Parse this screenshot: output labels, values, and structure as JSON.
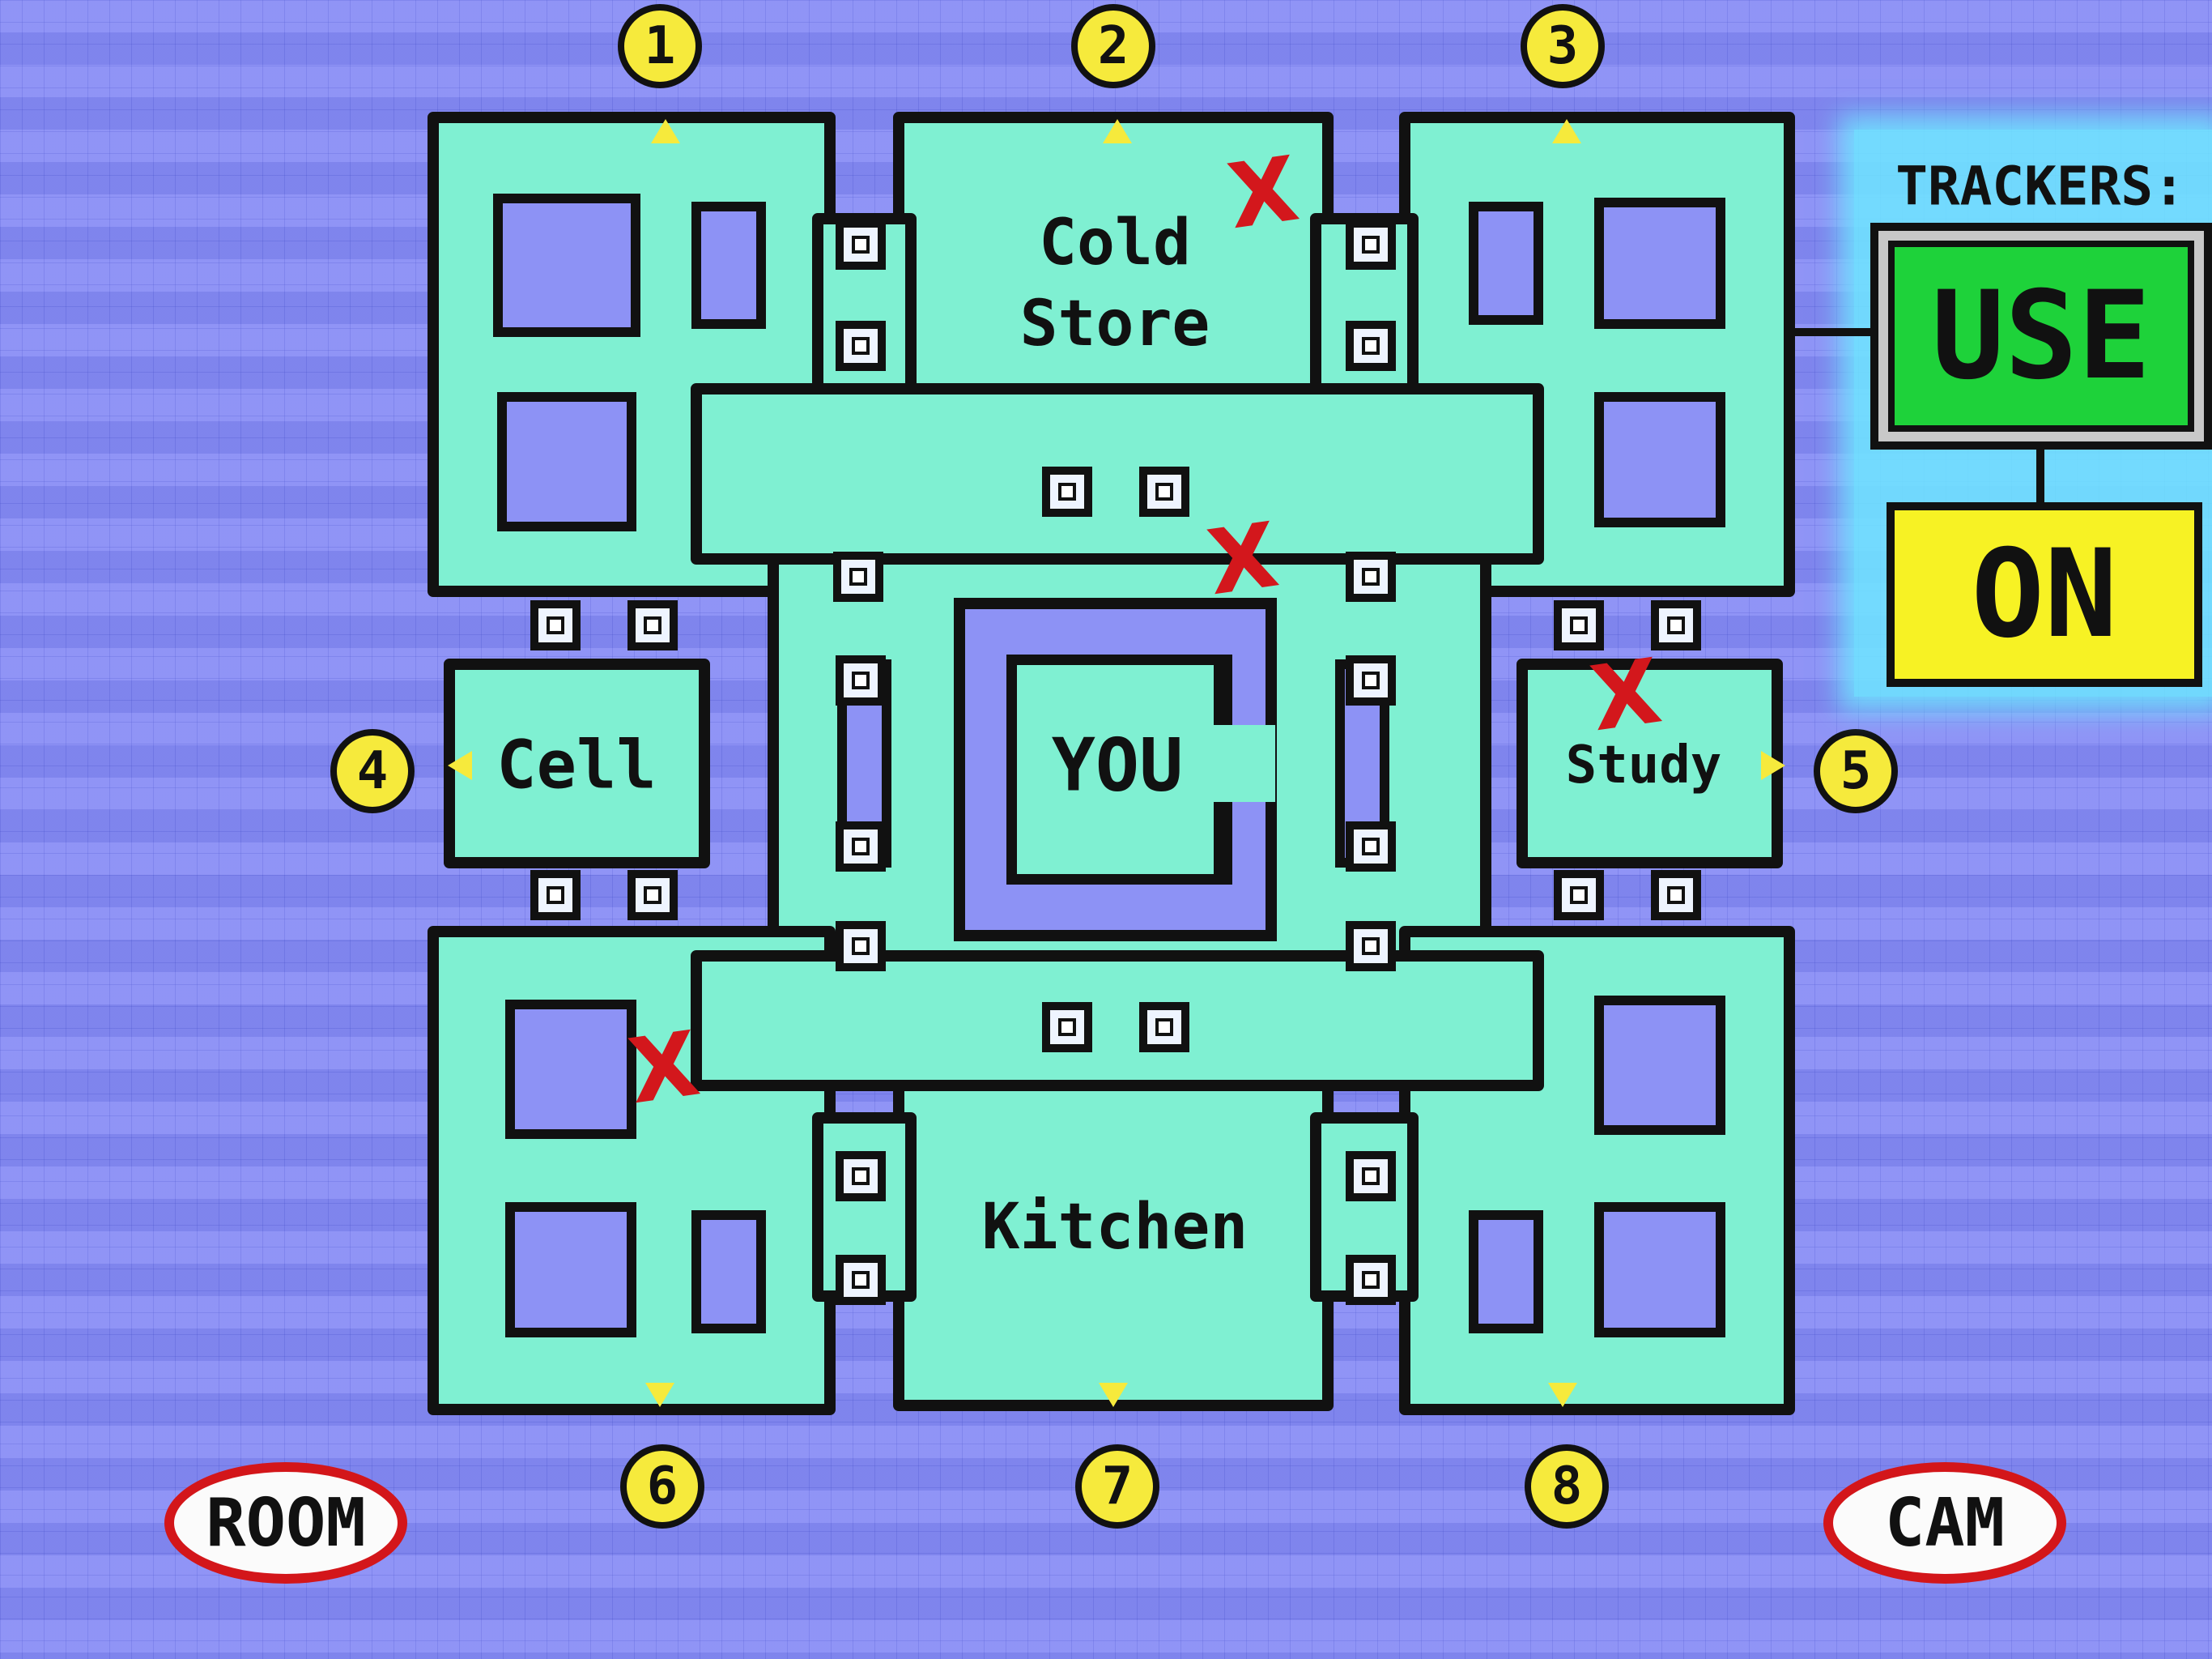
{
  "rooms": {
    "cold_store": "Cold\nStore",
    "you": "YOU",
    "cell": "Cell",
    "study": "Study",
    "kitchen": "Kitchen"
  },
  "cameras": [
    "1",
    "2",
    "3",
    "4",
    "5",
    "6",
    "7",
    "8"
  ],
  "trackers": {
    "title": "TRACKERS:",
    "use_label": "USE",
    "state_label": "ON"
  },
  "buttons": {
    "room_label": "ROOM",
    "cam_label": "CAM"
  },
  "markers": {
    "x_symbol": "X"
  },
  "colors": {
    "background": "#8d92f5",
    "floor": "#7ff0d2",
    "wall": "#111111",
    "camera": "#f6ea3c",
    "x_mark": "#d3171c",
    "use_button": "#1ed23a",
    "on_button": "#f7f224",
    "tracker_glow": "#6ee6ff"
  }
}
